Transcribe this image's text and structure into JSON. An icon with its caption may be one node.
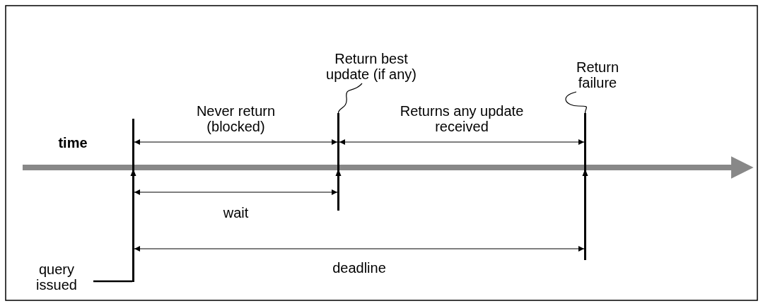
{
  "diagram": {
    "nodes": [
      {
        "text": [
          "Return best update (if any)"
        ]
      },
      {
        "text": [
          "Return failure"
        ]
      },
      {
        "text": [
          "query issued"
        ]
      },
      {
        "text": [],
        "shape": "bar"
      },
      {
        "text": [],
        "shape": "bar"
      },
      {
        "text": [],
        "shape": "bar"
      }
    ],
    "edges": [
      {
        "from": 0,
        "to": 4,
        "arrow": "none"
      },
      {
        "from": 1,
        "to": 5,
        "arrow": "none"
      },
      {
        "from": 2,
        "to": 3,
        "arrow": "none"
      },
      {
        "from": 3,
        "to": 4,
        "arrow": "both",
        "label": "Never return (blocked)"
      },
      {
        "from": 4,
        "to": 5,
        "arrow": "both",
        "label": "Returns any update received"
      },
      {
        "from": 3,
        "to": 4,
        "arrow": "both",
        "label": "wait"
      },
      {
        "from": 3,
        "to": 5,
        "arrow": "both",
        "label": "deadline"
      }
    ],
    "labels": [
      "time"
    ]
  }
}
